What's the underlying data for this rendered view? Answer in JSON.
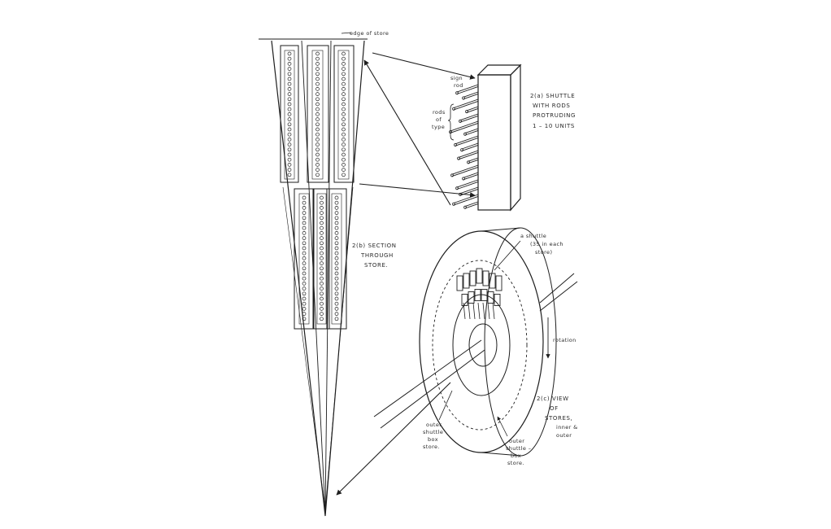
{
  "labels": {
    "edge_of_store": "edge of store",
    "sign_rod": [
      "sign",
      "rod"
    ],
    "rods_of_type": [
      "rods",
      "of",
      "type"
    ],
    "shuttle_title": [
      "2(a) SHUTTLE",
      "WITH RODS",
      "PROTRUDING",
      "1 – 10 UNITS"
    ],
    "section_title": [
      "2(b) SECTION",
      "THROUGH",
      "STORE."
    ],
    "shuttle_count": [
      "a shuttle",
      "(35 in each",
      "store)"
    ],
    "rotation": "rotation",
    "view_title": [
      "2(c) VIEW",
      "OF",
      "STORES,",
      "inner &",
      "outer"
    ],
    "outer_box": [
      "outer",
      "shuttle",
      "box",
      "store."
    ],
    "inner_box": [
      "outer",
      "shuttle –",
      "box",
      "store."
    ]
  },
  "colors": {
    "ink": "#1e1e1e",
    "paper": "#ffffff"
  }
}
